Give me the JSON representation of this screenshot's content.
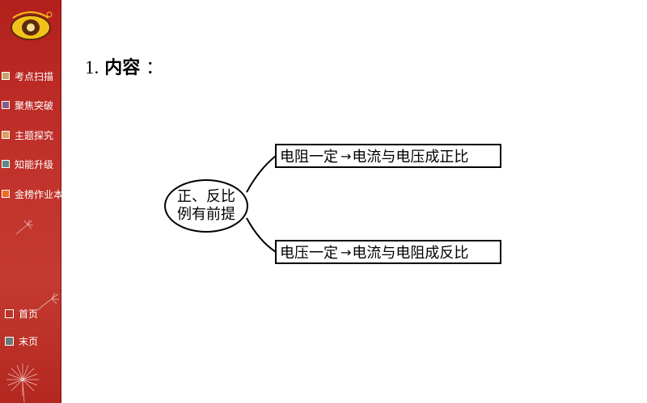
{
  "sidebar": {
    "nav": [
      {
        "label": "考点扫描",
        "color": "#c9a46a"
      },
      {
        "label": "聚焦突破",
        "color": "#8a5a8a"
      },
      {
        "label": "主题探究",
        "color": "#e0a060"
      },
      {
        "label": "知能升级",
        "color": "#5a8a8a"
      },
      {
        "label": "金榜作业本",
        "color": "#f06a20"
      }
    ],
    "bottom": [
      {
        "label": "首页"
      },
      {
        "label": "末页"
      }
    ]
  },
  "content": {
    "heading_number": "1.",
    "heading_word": "内容",
    "heading_colon": "：",
    "center_line1": "正、反比",
    "center_line2": "例有前提",
    "branch1_condition": "电阻一定",
    "branch1_arrow": "→",
    "branch1_result": "电流与电压成正比",
    "branch2_condition": "电压一定",
    "branch2_arrow": "→",
    "branch2_result": "电流与电阻成反比"
  }
}
